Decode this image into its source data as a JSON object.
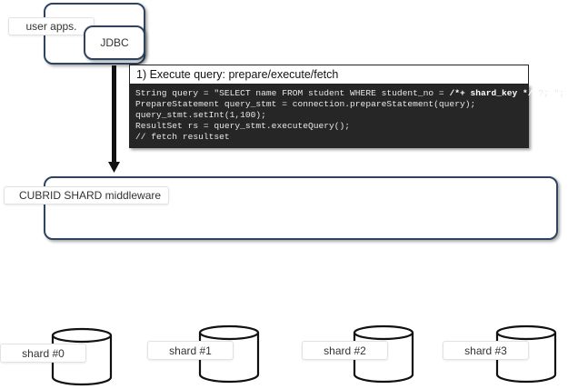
{
  "client": {
    "app_label": "user apps.",
    "driver_label": "JDBC"
  },
  "step": {
    "title": "1) Execute query: prepare/execute/fetch",
    "code_lines": [
      {
        "pre": "String query = \"SELECT name FROM student WHERE student_no = ",
        "hint": "/*+ shard_key */",
        "post": " ?; \";"
      },
      {
        "pre": "PrepareStatement query_stmt = connection.prepareStatement(query);"
      },
      {
        "pre": "query_stmt.setInt(1,100);"
      },
      {
        "pre": "ResultSet rs = query_stmt.executeQuery();"
      },
      {
        "pre": "// fetch resultset"
      }
    ]
  },
  "middleware": {
    "label": "CUBRID SHARD middleware"
  },
  "shards": [
    {
      "label": "shard #0"
    },
    {
      "label": "shard #1"
    },
    {
      "label": "shard #2"
    },
    {
      "label": "shard #3"
    }
  ]
}
